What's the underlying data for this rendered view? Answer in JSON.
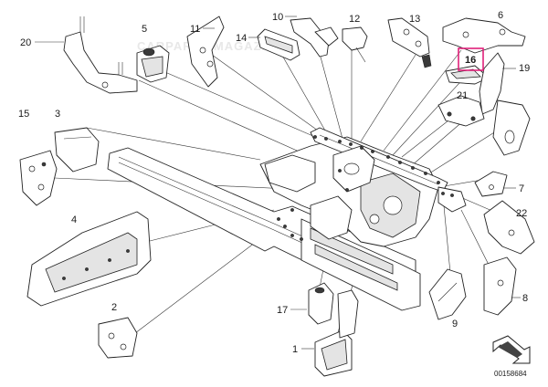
{
  "callouts": {
    "c1": "1",
    "c2": "2",
    "c3": "3",
    "c4": "4",
    "c5": "5",
    "c6": "6",
    "c7": "7",
    "c8": "8",
    "c9": "9",
    "c10": "10",
    "c11": "11",
    "c12": "12",
    "c13": "13",
    "c14": "14",
    "c15": "15",
    "c16": "16",
    "c17": "17",
    "c19": "19",
    "c20": "20",
    "c21": "21",
    "c22": "22"
  },
  "highlight": {
    "label": "16",
    "color": "#e0217a"
  },
  "catalog_number": "00158684",
  "watermark": "CARPARTS MAGAZINE"
}
